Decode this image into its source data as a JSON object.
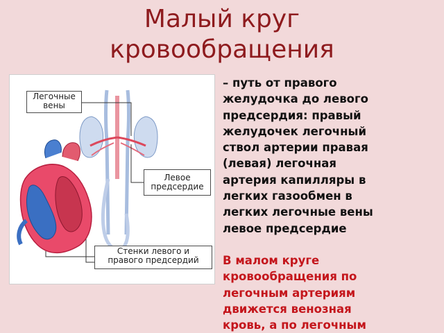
{
  "slide": {
    "title_line1": "Малый круг",
    "title_line2": "кровообращения",
    "title_color": "#8e1b1e",
    "background": "#f2d9da"
  },
  "figure": {
    "labels": {
      "lung_veins": "Легочные\nвены",
      "left_atrium": "Левое\nпредсердие",
      "atria_walls": "Стенки левого и\nправого предсердий"
    },
    "icon": "heart-lungs-circulation-illustration"
  },
  "text": {
    "description": "– путь от правого\nжелудочка до левого\nпредсердия: правый\nжелудочек  легочный\nствол артерии  правая\n(левая) легочная\nартерия  капилляры в\nлегких  газообмен в\nлегких легочные вены\nлевое предсердие",
    "highlight": "В малом круге\nкровообращения по\nлегочным артериям\nдвижется венозная\nкровь, а по легочным",
    "highlight_color": "#c4161c"
  }
}
